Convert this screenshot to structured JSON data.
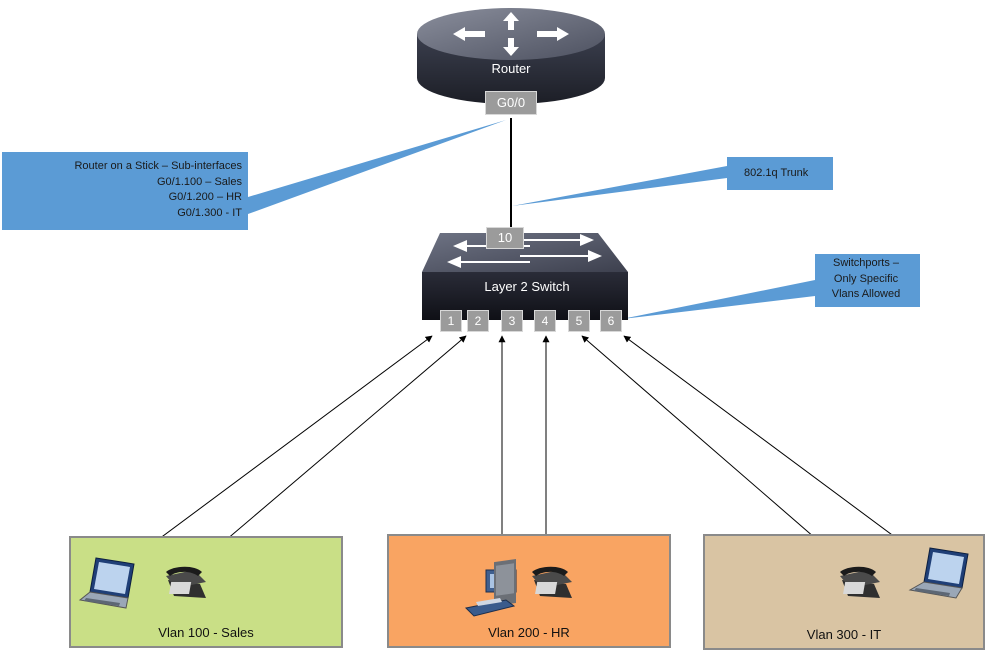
{
  "router": {
    "label": "Router",
    "interface": "G0/0"
  },
  "switch": {
    "label": "Layer 2 Switch",
    "uplink_port": "10",
    "ports": [
      "1",
      "2",
      "3",
      "4",
      "5",
      "6"
    ]
  },
  "callouts": {
    "subinterfaces": [
      "Router on a Stick – Sub-interfaces",
      "G0/1.100 – Sales",
      "G0/1.200 – HR",
      "G0/1.300 - IT"
    ],
    "trunk": "802.1q Trunk",
    "switchports": [
      "Switchports –",
      "Only Specific",
      "Vlans Allowed"
    ]
  },
  "vlans": [
    {
      "label": "Vlan 100 - Sales",
      "color": "#c9df86"
    },
    {
      "label": "Vlan 200 - HR",
      "color": "#f9a462"
    },
    {
      "label": "Vlan 300 - IT",
      "color": "#d9c4a3"
    }
  ],
  "colors": {
    "callout": "#5b9bd5",
    "port": "#9b9b9b"
  },
  "icons": [
    "router-icon",
    "switch-icon",
    "laptop-icon",
    "phone-icon",
    "desktop-icon"
  ]
}
